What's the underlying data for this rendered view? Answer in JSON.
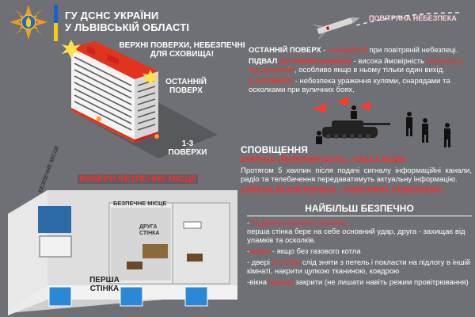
{
  "header": {
    "org_line1": "ГУ ДСНС УКРАЇНИ",
    "org_line2": "У ЛЬВІВСЬКІЙ ОБЛАСТІ"
  },
  "missile": {
    "label": "ПОВІТРЯНА НЕБЕЗПЕКА"
  },
  "building": {
    "top_label": "ВЕРХНІ ПОВЕРХИ, НЕБЕЗПЕЧНІ ДЛЯ СХОВИЩА!",
    "last_floor_label": "ОСТАННІЙ ПОВЕРХ",
    "low_floors_label": "1-3 ПОВЕРХИ"
  },
  "info": {
    "last_floor_title": "ОСТАННІЙ ПОВЕРХ",
    "last_floor_dash": " - ",
    "last_floor_red": "ненадійний",
    "last_floor_text": " при повітряній небезпеці.",
    "basement_title": "ПІДВАЛ",
    "basement_red": "(не бомбосховище)",
    "basement_text_1": " - висока ймовірність ",
    "basement_red_2": "опинитися під завалами",
    "basement_text_2": ", особливо якщо в ньому тільки один вихід.",
    "floors_title": "1-3 ПОВЕРХ",
    "floors_text": " - небезпека ураження кулями, снарядами та осколками при вуличних боях."
  },
  "alerts": {
    "title": "СПОВІЩЕННЯ",
    "intermittent": "СИРЕНА ПЕРЕРИВЧАСТА - УВАГА ВСІМ!",
    "intermittent_text": "Протягом 5 хвилин після подачі сигналу інформаційні канали, радіо та телебачення передаватимуть актуальну інформацію.",
    "continuous": "СИРЕНА БЕЗПЕРЕРВНА - ПОВІТРЯНА НЕБЕЗПЕКА!"
  },
  "apartment": {
    "title": "ВИБЕРИ БЕЗПЕЧНЕ МІСЦЕ",
    "safe_label_1": "БЕЗПЕЧНЕ",
    "safe_label_2": "МІСЦЕ",
    "safe_room_label": "БЕЗПЕЧНЕ МІСЦЕ",
    "second_wall": "ДРУГА СТІНКА",
    "first_wall": "ПЕРША СТІНКА"
  },
  "safest": {
    "title": "НАЙБІЛЬШ БЕЗПЕЧНО",
    "items": [
      {
        "prefix": "- ",
        "red": "за двома глухими стінками",
        "text": "перша стінка бере на себе основний удар, друга - захищає від уламків та осколків."
      },
      {
        "prefix": "-",
        "red": "ванна",
        "text": " - якщо без газового котла"
      },
      {
        "prefix": "- двері ",
        "red": "зі склом",
        "text": " слід зняти з петель і покласти на підлогу в іншій кімнаті, накрити цупкою тканиною, ковдрою"
      },
      {
        "prefix": "-вікна ",
        "red": "щільно",
        "text": " закрити (не лишати навіть режим провітрювання)"
      }
    ]
  }
}
